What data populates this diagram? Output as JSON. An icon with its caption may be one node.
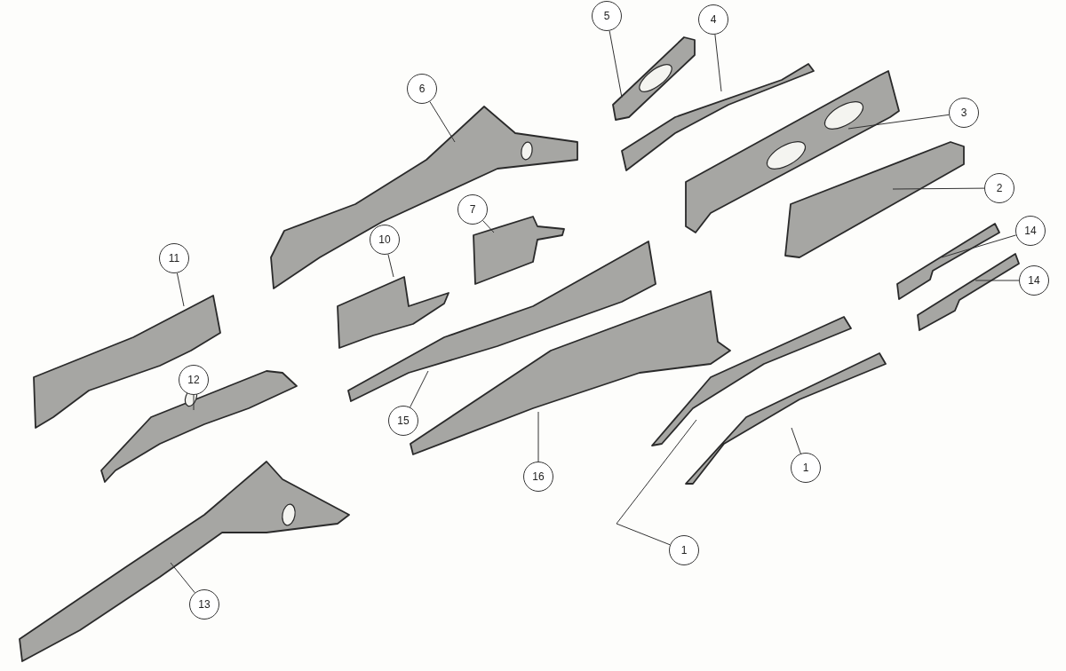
{
  "diagram": {
    "nodes": [
      {
        "text": [
          "5"
        ]
      },
      {
        "text": [
          "4"
        ]
      },
      {
        "text": [
          "3"
        ]
      },
      {
        "text": [
          "6"
        ]
      },
      {
        "text": [
          "2"
        ]
      },
      {
        "text": [
          "7"
        ]
      },
      {
        "text": [
          "10"
        ]
      },
      {
        "text": [
          "11"
        ]
      },
      {
        "text": [
          "14"
        ]
      },
      {
        "text": [
          "14"
        ]
      },
      {
        "text": [
          "12"
        ]
      },
      {
        "text": [
          "15"
        ]
      },
      {
        "text": [
          "16"
        ]
      },
      {
        "text": [
          "1"
        ]
      },
      {
        "text": [
          "1"
        ]
      },
      {
        "text": [
          "13"
        ]
      },
      {
        "text": [],
        "shape": "picture"
      },
      {
        "text": [],
        "shape": "picture"
      },
      {
        "text": [],
        "shape": "picture"
      },
      {
        "text": [],
        "shape": "picture"
      },
      {
        "text": [],
        "shape": "picture"
      },
      {
        "text": [],
        "shape": "picture"
      },
      {
        "text": [],
        "shape": "picture"
      },
      {
        "text": [],
        "shape": "picture"
      },
      {
        "text": [],
        "shape": "picture"
      },
      {
        "text": [],
        "shape": "picture"
      },
      {
        "text": [],
        "shape": "picture"
      },
      {
        "text": [],
        "shape": "picture"
      },
      {
        "text": [],
        "shape": "picture"
      },
      {
        "text": [],
        "shape": "picture"
      },
      {
        "text": [],
        "shape": "picture"
      },
      {
        "text": [],
        "shape": "picture"
      }
    ],
    "edges": [
      {
        "from": 0,
        "to": 16,
        "arrow": "none"
      },
      {
        "from": 1,
        "to": 17,
        "arrow": "none"
      },
      {
        "from": 2,
        "to": 18,
        "arrow": "none"
      },
      {
        "from": 3,
        "to": 19,
        "arrow": "none"
      },
      {
        "from": 4,
        "to": 20,
        "arrow": "none"
      },
      {
        "from": 5,
        "to": 21,
        "arrow": "none"
      },
      {
        "from": 6,
        "to": 22,
        "arrow": "none"
      },
      {
        "from": 7,
        "to": 23,
        "arrow": "none"
      },
      {
        "from": 8,
        "to": 24,
        "arrow": "none"
      },
      {
        "from": 9,
        "to": 25,
        "arrow": "none"
      },
      {
        "from": 10,
        "to": 26,
        "arrow": "none"
      },
      {
        "from": 11,
        "to": 27,
        "arrow": "none"
      },
      {
        "from": 12,
        "to": 28,
        "arrow": "none"
      },
      {
        "from": 13,
        "to": 29,
        "arrow": "none"
      },
      {
        "from": 14,
        "to": 30,
        "arrow": "none"
      },
      {
        "from": 15,
        "to": 31,
        "arrow": "none"
      }
    ]
  }
}
